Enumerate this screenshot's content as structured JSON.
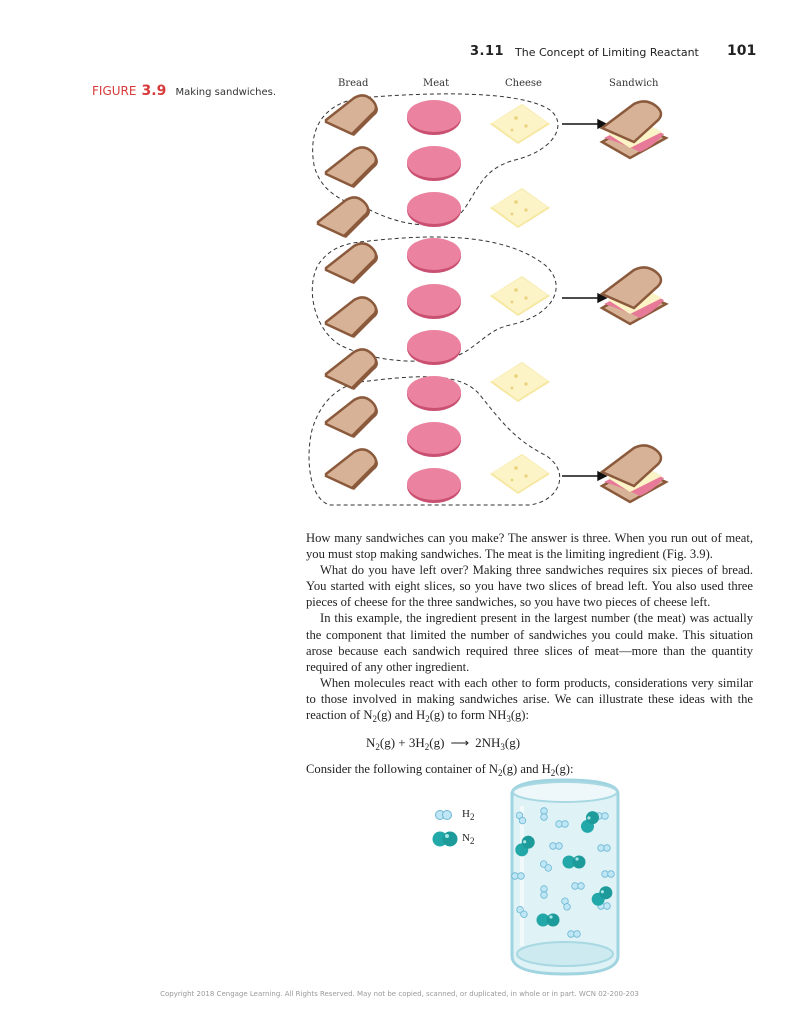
{
  "header": {
    "section_number": "3.11",
    "section_title": "The Concept of Limiting Reactant",
    "page_number": "101"
  },
  "figure": {
    "label": "FIGURE",
    "number": "3.9",
    "caption": "Making sandwiches.",
    "columns": [
      "Bread",
      "Meat",
      "Cheese",
      "Sandwich"
    ],
    "colors": {
      "bread": "#caa080",
      "bread_crust": "#8b5a3c",
      "meat": "#e77a98",
      "cheese": "#fbf0b8",
      "dashed_line": "#333333"
    }
  },
  "body": {
    "p1": "How many sandwiches can you make? The answer is three. When you run out of meat, you must stop making sandwiches. The meat is the limiting ingredient (Fig. 3.9).",
    "p2": "What do you have left over? Making three sandwiches requires six pieces of bread. You started with eight slices, so you have two slices of bread left. You also used three pieces of cheese for the three sandwiches, so you have two pieces of cheese left.",
    "p3": "In this example, the ingredient present in the largest number (the meat) was actually the component that limited the number of sandwiches you could make. This situation arose because each sandwich required three slices of meat—more than the quantity required of any other ingredient.",
    "p4_a": "When molecules react with each other to form products, considerations very similar to those involved in making sandwiches arise. We can illustrate these ideas with the reaction of N",
    "p4_b": "(g) and H",
    "p4_c": "(g) to form NH",
    "p4_d": "(g):",
    "equation": {
      "n": "N",
      "g1": "(g) + 3H",
      "g2": "(g)",
      "prod": "2NH",
      "g3": "(g)"
    },
    "p5_a": "Consider the following container of N",
    "p5_b": "(g) and H",
    "p5_c": "(g):"
  },
  "legend": {
    "h2": "H",
    "n2": "N",
    "sub2": "2"
  },
  "footer": "Copyright 2018 Cengage Learning. All Rights Reserved. May not be copied, scanned, or duplicated, in whole or in part.  WCN 02-200-203"
}
